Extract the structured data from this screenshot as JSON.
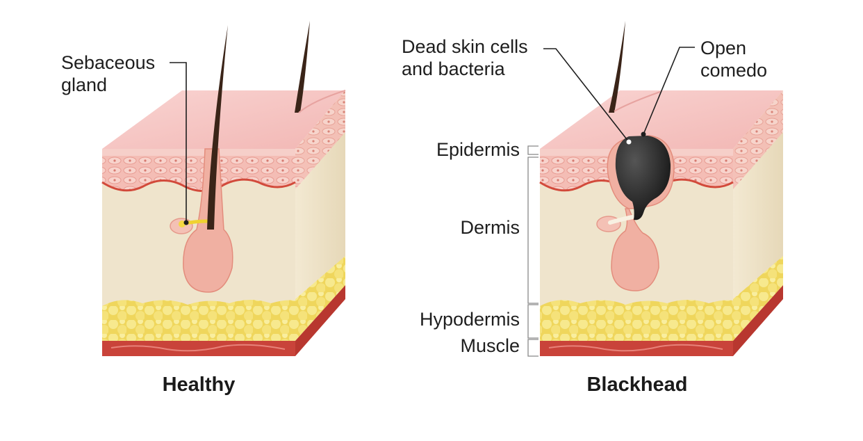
{
  "panels": {
    "healthy": {
      "caption": "Healthy",
      "sebaceous_label_line1": "Sebaceous",
      "sebaceous_label_line2": "gland"
    },
    "blackhead": {
      "caption": "Blackhead",
      "dead_cells_line1": "Dead skin cells",
      "dead_cells_line2": "and bacteria",
      "open_comedo_line1": "Open",
      "open_comedo_line2": "comedo"
    }
  },
  "layers": {
    "epidermis": "Epidermis",
    "dermis": "Dermis",
    "hypodermis": "Hypodermis",
    "muscle": "Muscle"
  },
  "colors": {
    "skin_top": "#f7c9c6",
    "epidermis": "#f2b3ac",
    "dermis": "#efe4cc",
    "fat": "#f2e27a",
    "muscle": "#c9433a",
    "hair": "#3a2418",
    "blackhead": "#222222"
  }
}
